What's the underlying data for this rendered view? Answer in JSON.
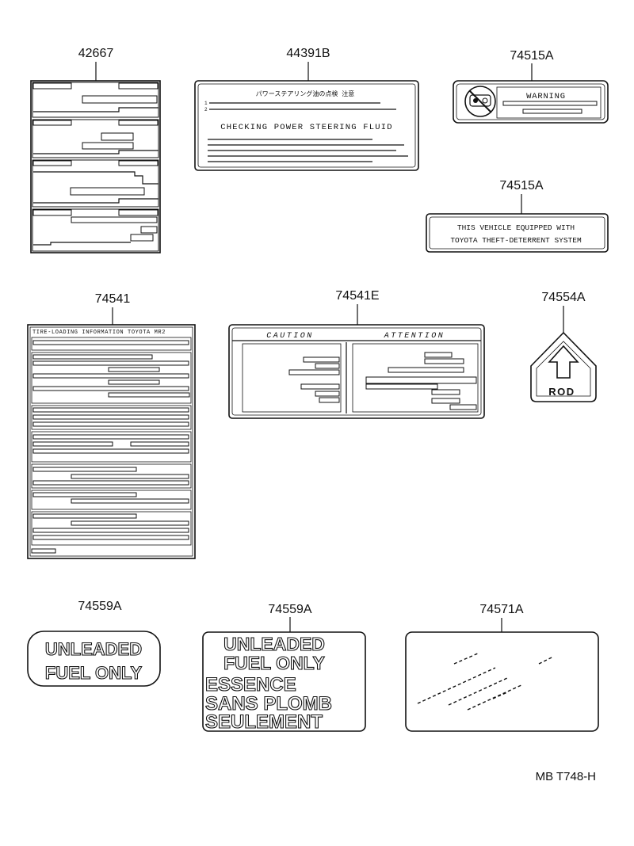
{
  "diagram_code": "MB T748-H",
  "parts": {
    "p42667": {
      "number": "42667"
    },
    "p44391b": {
      "number": "44391B",
      "jp_text": "パワーステアリング油の点検 注意",
      "title": "CHECKING POWER STEERING FLUID"
    },
    "p74515a_warning": {
      "number": "74515A",
      "text": "WARNING"
    },
    "p74515a_theft": {
      "number": "74515A",
      "line1": "THIS VEHICLE EQUIPPED WITH",
      "line2": "TOYOTA THEFT-DETERRENT SYSTEM"
    },
    "p74541": {
      "number": "74541",
      "header": "TIRE-LOADING INFORMATION   TOYOTA MR2"
    },
    "p74541e": {
      "number": "74541E",
      "caution": "CAUTION",
      "attention": "ATTENTION"
    },
    "p74554a": {
      "number": "74554A",
      "text": "ROD"
    },
    "p74559a_en": {
      "number": "74559A",
      "line1": "UNLEADED",
      "line2": "FUEL ONLY"
    },
    "p74559a_bi": {
      "number": "74559A",
      "line1": "UNLEADED",
      "line2": "FUEL ONLY",
      "line3": "ESSENCE",
      "line4": "SANS PLOMB",
      "line5": "SEULEMENT"
    },
    "p74571a": {
      "number": "74571A"
    }
  }
}
